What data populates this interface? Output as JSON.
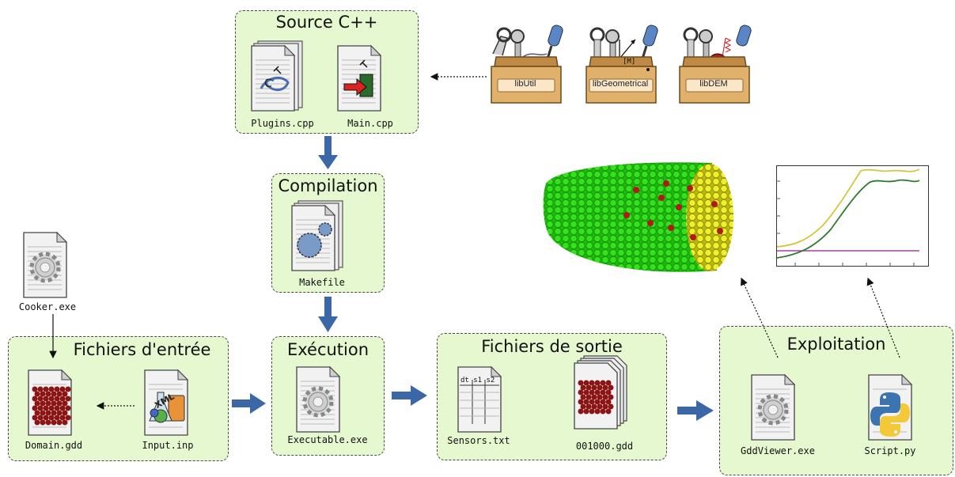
{
  "boxes": {
    "source": {
      "title": "Source C++"
    },
    "compilation": {
      "title": "Compilation"
    },
    "input": {
      "title": "Fichiers d'entrée"
    },
    "execution": {
      "title": "Exécution"
    },
    "output": {
      "title": "Fichiers de sortie"
    },
    "exploitation": {
      "title": "Exploitation"
    }
  },
  "files": {
    "plugins": "Plugins.cpp",
    "main": "Main.cpp",
    "makefile": "Makefile",
    "cooker": "Cooker.exe",
    "domain": "Domain.gdd",
    "input_inp": "Input.inp",
    "executable": "Executable.exe",
    "sensors": "Sensors.txt",
    "gdd": "001000.gdd",
    "viewer": "GddViewer.exe",
    "script": "Script.py"
  },
  "libraries": [
    "libUtil",
    "libGeometrical",
    "libDEM"
  ],
  "icons": {
    "source_code": "c-code-icon",
    "executable": "gear-icon",
    "xml": "xml-flask-icon",
    "python": "python-icon",
    "particles": "particles-icon",
    "table": "table-icon",
    "toolbox": "toolbox-icon"
  },
  "icon_text": {
    "sensors_header": "dt s1 s2",
    "geometrical_matrix": "[M]",
    "xml": "XML"
  },
  "colors": {
    "box_fill": "#e6f8cf",
    "arrow_blue": "#3b67a6",
    "particle_green": "#22dd11",
    "particle_yellow": "#eeee22",
    "particle_red": "#aa2222",
    "curve_yellow": "#d6c53a",
    "curve_green": "#2f7a2f",
    "curve_purple": "#a040a0"
  }
}
